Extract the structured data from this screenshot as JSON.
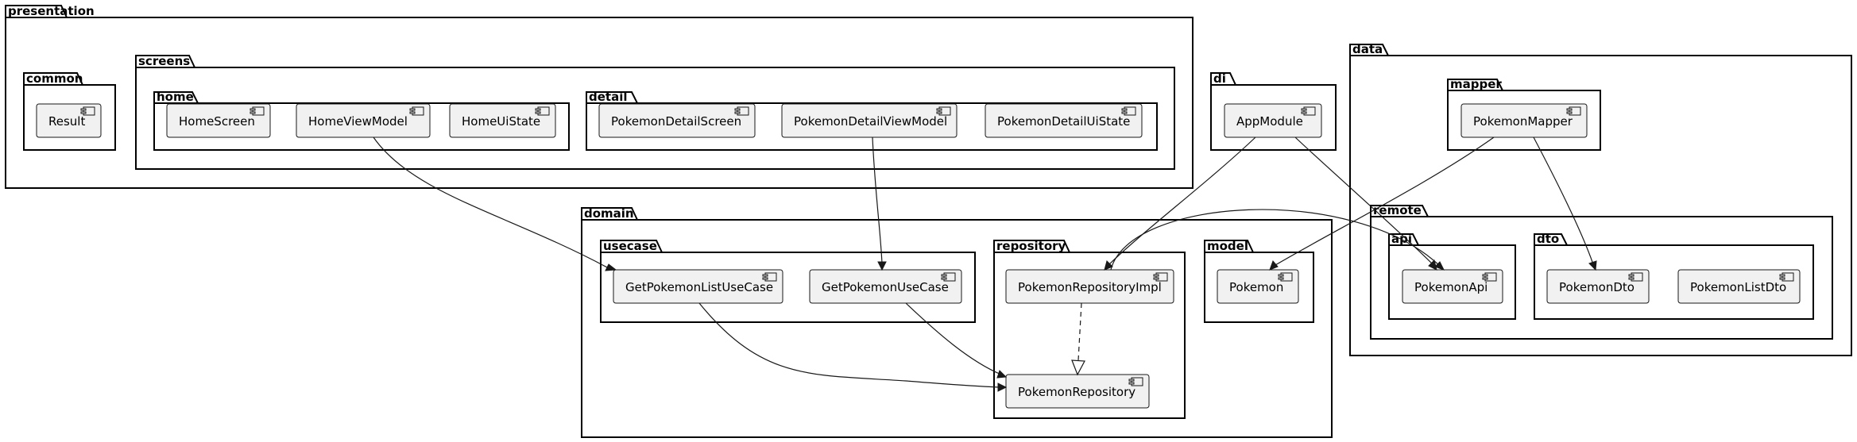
{
  "packages": {
    "presentation": "presentation",
    "common": "common",
    "screens": "screens",
    "home": "home",
    "detail": "detail",
    "di": "di",
    "data": "data",
    "mapper": "mapper",
    "remote": "remote",
    "api": "api",
    "dto": "dto",
    "domain": "domain",
    "usecase": "usecase",
    "repository": "repository",
    "model": "model"
  },
  "components": {
    "result": "Result",
    "home_screen": "HomeScreen",
    "home_view_model": "HomeViewModel",
    "home_ui_state": "HomeUiState",
    "pokemon_detail_screen": "PokemonDetailScreen",
    "pokemon_detail_view_model": "PokemonDetailViewModel",
    "pokemon_detail_ui_state": "PokemonDetailUiState",
    "app_module": "AppModule",
    "pokemon_mapper": "PokemonMapper",
    "pokemon_api": "PokemonApi",
    "pokemon_dto": "PokemonDto",
    "pokemon_list_dto": "PokemonListDto",
    "get_pokemon_list_use_case": "GetPokemonListUseCase",
    "get_pokemon_use_case": "GetPokemonUseCase",
    "pokemon_repository_impl": "PokemonRepositoryImpl",
    "pokemon_repository": "PokemonRepository",
    "pokemon": "Pokemon"
  },
  "edges": [
    {
      "from": "HomeViewModel",
      "to": "GetPokemonListUseCase",
      "kind": "dependency"
    },
    {
      "from": "PokemonDetailViewModel",
      "to": "GetPokemonUseCase",
      "kind": "dependency"
    },
    {
      "from": "AppModule",
      "to": "PokemonRepositoryImpl",
      "kind": "dependency"
    },
    {
      "from": "AppModule",
      "to": "PokemonApi",
      "kind": "dependency"
    },
    {
      "from": "PokemonMapper",
      "to": "Pokemon",
      "kind": "dependency"
    },
    {
      "from": "PokemonMapper",
      "to": "PokemonDto",
      "kind": "dependency"
    },
    {
      "from": "PokemonRepositoryImpl",
      "to": "PokemonApi",
      "kind": "dependency"
    },
    {
      "from": "PokemonRepositoryImpl",
      "to": "PokemonRepository",
      "kind": "realization"
    },
    {
      "from": "GetPokemonListUseCase",
      "to": "PokemonRepository",
      "kind": "dependency"
    },
    {
      "from": "GetPokemonUseCase",
      "to": "PokemonRepository",
      "kind": "dependency"
    }
  ]
}
